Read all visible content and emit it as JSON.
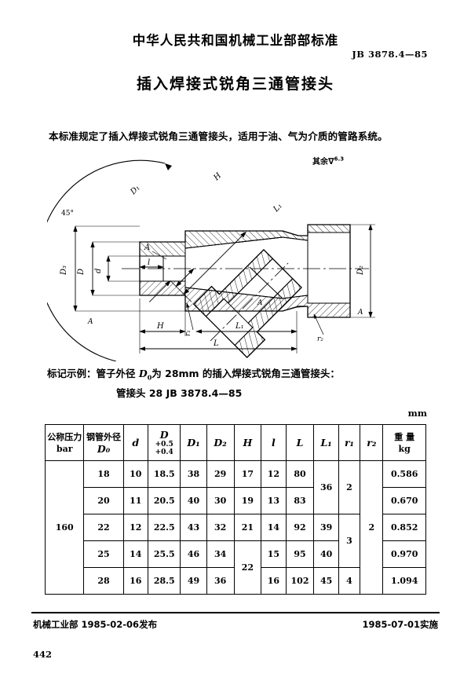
{
  "header": {
    "issuer_title": "中华人民共和国机械工业部部标准",
    "standard_no": "JB 3878.4—85",
    "doc_title": "插入焊接式锐角三通管接头"
  },
  "intro": {
    "text": "本标准规定了插入焊接式锐角三通管接头，适用于油、气为介质的管路系统。"
  },
  "drawing": {
    "surface_note_label": "其余",
    "surface_note_symbol": "∇",
    "surface_note_value": "6.3",
    "angle_label": "45°",
    "labels": {
      "D1_branch": "D₁",
      "H_branch": "H",
      "L1_branch": "L₁",
      "D3_left": "D₃",
      "D_left": "D",
      "d_left": "d",
      "A_callout": "A",
      "l_dim": "l",
      "H_dim": "H",
      "L1_dim": "L₁",
      "L_dim": "L",
      "r1_dim": "r₁",
      "r2_dim": "r₂",
      "D2_right": "D₂"
    }
  },
  "marking": {
    "line1_prefix": "标记示例：管子外径 ",
    "line1_symbol": "D",
    "line1_symbol_sub": "0",
    "line1_mid": "为 28mm 的插入焊接式锐角三通管接头：",
    "line2": "管接头   28   JB 3878.4—85"
  },
  "table": {
    "unit": "mm",
    "columns": [
      {
        "id": "pn",
        "label_top": "公称压力",
        "label_bottom": "bar",
        "kind": "cn"
      },
      {
        "id": "D0",
        "label_top": "钢管外径",
        "label_bottom": "D₀",
        "kind": "cn"
      },
      {
        "id": "d",
        "label_top": "d",
        "label_bottom": "",
        "kind": "sym"
      },
      {
        "id": "D",
        "label_top": "D",
        "label_bottom": "+0.5\n+0.4",
        "kind": "tol"
      },
      {
        "id": "D1",
        "label_top": "D₁",
        "label_bottom": "",
        "kind": "sym"
      },
      {
        "id": "D2",
        "label_top": "D₂",
        "label_bottom": "",
        "kind": "sym"
      },
      {
        "id": "H",
        "label_top": "H",
        "label_bottom": "",
        "kind": "sym"
      },
      {
        "id": "l",
        "label_top": "l",
        "label_bottom": "",
        "kind": "sym"
      },
      {
        "id": "L",
        "label_top": "L",
        "label_bottom": "",
        "kind": "sym"
      },
      {
        "id": "L1",
        "label_top": "L₁",
        "label_bottom": "",
        "kind": "sym"
      },
      {
        "id": "r1",
        "label_top": "r₁",
        "label_bottom": "",
        "kind": "sym"
      },
      {
        "id": "r2",
        "label_top": "r₂",
        "label_bottom": "",
        "kind": "sym"
      },
      {
        "id": "weight",
        "label_top": "重 量",
        "label_bottom": "kg",
        "kind": "cn"
      }
    ],
    "nominal_pressure": "160",
    "rows": [
      {
        "D0": "18",
        "d": "10",
        "D": "18.5",
        "D1": "38",
        "D2": "29",
        "H": "17",
        "l": "12",
        "L": "80",
        "L1": "36",
        "r1": "2",
        "r2": "2",
        "weight": "0.586"
      },
      {
        "D0": "20",
        "d": "11",
        "D": "20.5",
        "D1": "40",
        "D2": "30",
        "H": "19",
        "l": "13",
        "L": "83",
        "L1": "",
        "r1": "",
        "r2": "",
        "weight": "0.670"
      },
      {
        "D0": "22",
        "d": "12",
        "D": "22.5",
        "D1": "43",
        "D2": "32",
        "H": "21",
        "l": "14",
        "L": "92",
        "L1": "39",
        "r1": "3",
        "r2": "",
        "weight": "0.852"
      },
      {
        "D0": "25",
        "d": "14",
        "D": "25.5",
        "D1": "46",
        "D2": "34",
        "H": "22",
        "l": "15",
        "L": "95",
        "L1": "40",
        "r1": "",
        "r2": "",
        "weight": "0.970"
      },
      {
        "D0": "28",
        "d": "16",
        "D": "28.5",
        "D1": "49",
        "D2": "36",
        "H": "",
        "l": "16",
        "L": "102",
        "L1": "45",
        "r1": "4",
        "r2": "",
        "weight": "1.094"
      }
    ]
  },
  "footer": {
    "issue_text": "机械工业部 1985-02-06发布",
    "effective_text": "1985-07-01实施",
    "page_number": "442"
  }
}
